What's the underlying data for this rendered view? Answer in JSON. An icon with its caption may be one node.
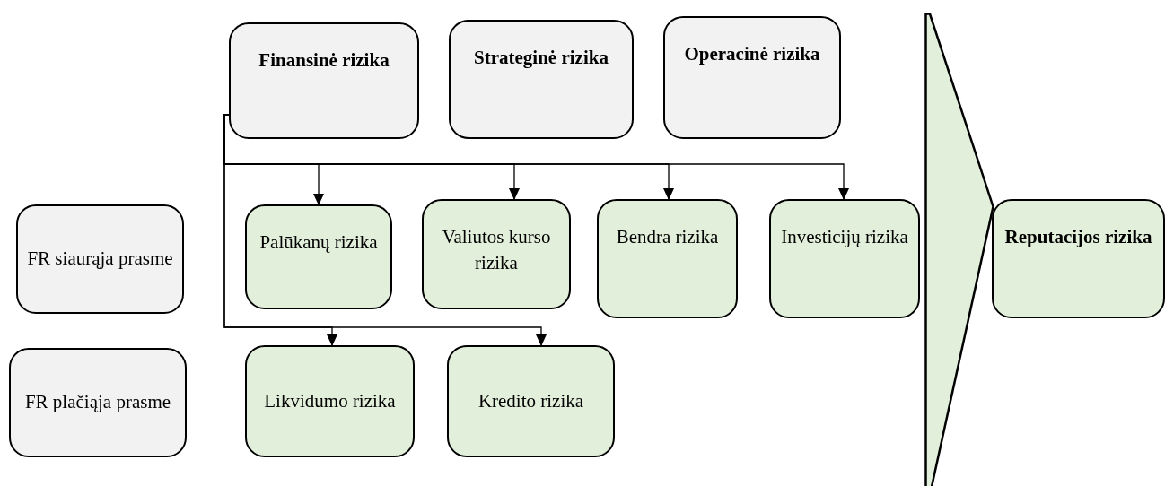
{
  "diagram": {
    "nodes": [
      {
        "text": [
          "Finansinė rizika"
        ]
      },
      {
        "text": [
          "Strateginė rizika"
        ]
      },
      {
        "text": [
          "Operacinė rizika"
        ]
      },
      {
        "text": [],
        "shape": "arrow"
      },
      {
        "text": [
          "FR siaurąja prasme"
        ]
      },
      {
        "text": [
          "Palūkanų rizika"
        ]
      },
      {
        "text": [
          "Valiutos kurso rizika"
        ]
      },
      {
        "text": [
          "Bendra rizika"
        ]
      },
      {
        "text": [
          "Investicijų rizika"
        ]
      },
      {
        "text": [
          "Reputacijos rizika"
        ]
      },
      {
        "text": [
          "FR plačiąja prasme"
        ]
      },
      {
        "text": [
          "Likvidumo rizika"
        ]
      },
      {
        "text": [
          "Kredito rizika"
        ]
      }
    ],
    "edges": [
      {
        "from": 0,
        "to": 5,
        "arrow": "to"
      },
      {
        "from": 0,
        "to": 6,
        "arrow": "to"
      },
      {
        "from": 0,
        "to": 7,
        "arrow": "to"
      },
      {
        "from": 0,
        "to": 8,
        "arrow": "to"
      },
      {
        "from": 0,
        "to": 11,
        "arrow": "to"
      },
      {
        "from": 0,
        "to": 12,
        "arrow": "to"
      }
    ]
  }
}
